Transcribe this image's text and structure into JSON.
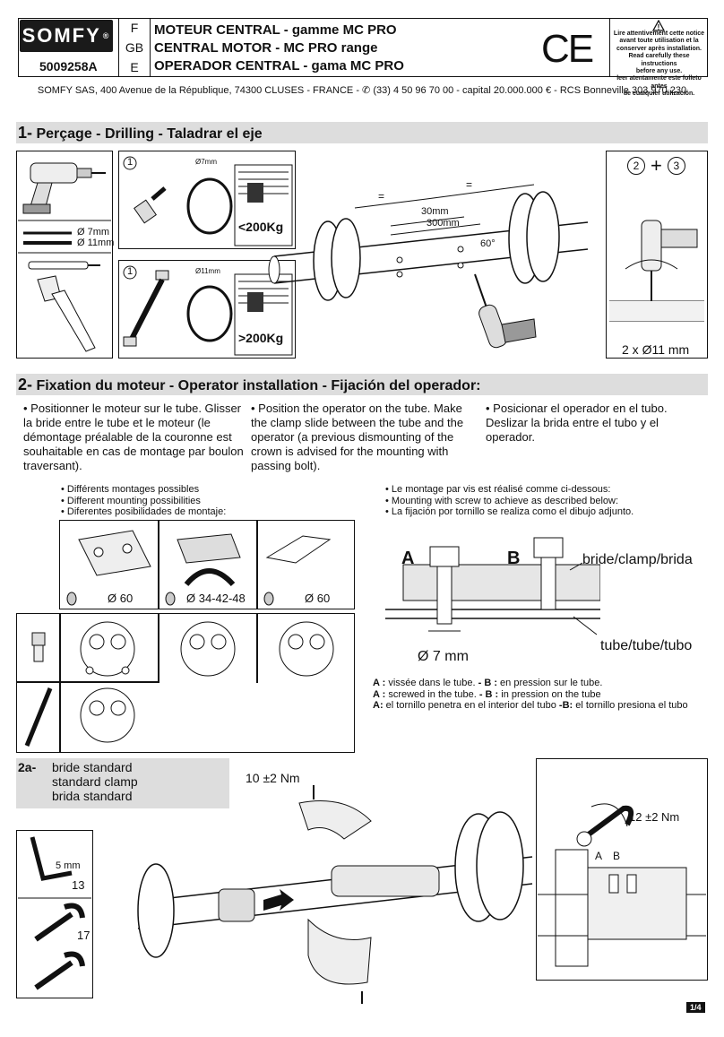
{
  "header": {
    "logo": "SOMFY",
    "logo_reg": "®",
    "code": "5009258A",
    "langs": [
      "F",
      "GB",
      "E"
    ],
    "titles": [
      "MOTEUR CENTRAL - gamme MC PRO",
      "CENTRAL MOTOR - MC PRO range",
      "OPERADOR CENTRAL - gama MC PRO"
    ],
    "ce": "CE",
    "notice": [
      "Lire attentivement cette notice",
      "avant toute utilisation et la",
      "conserver après installation.",
      "Read carefully these instructions",
      "before any use.",
      "leer atentamente este folleto antes",
      "de cualquier utilización."
    ]
  },
  "address": "SOMFY SAS, 400 Avenue de la République, 74300 CLUSES - FRANCE - ✆ (33) 4 50 96 70 00 - capital 20.000.000 € - RCS Bonneville 303.970.230",
  "section1": {
    "num": "1-",
    "title": " Perçage - Drilling - Taladrar el eje",
    "drill_7": "Ø 7mm",
    "drill_11": "Ø 11mm",
    "step1": "1",
    "small_d7": "Ø7mm",
    "small_d11": "Ø11mm",
    "load_lt": "<200Kg",
    "load_gt": ">200Kg",
    "dim_30": "30mm",
    "dim_300": "300mm",
    "angle": "60°",
    "eq": "=",
    "steps23": [
      "2",
      "+",
      "3"
    ],
    "holes": "2 x Ø11 mm"
  },
  "section2": {
    "num": "2-",
    "title": " Fixation du moteur - Operator installation - Fijación del operador:",
    "col1": "Positionner le moteur sur le tube. Glisser la bride entre le tube et le moteur (le démontage préalable de la couronne est souhaitable en cas de montage par boulon traversant).",
    "col2": "Position the operator on the tube. Make the clamp slide between the tube and the operator (a previous dismounting of the crown is advised for the mounting with passing bolt).",
    "col3": "Posicionar el operador en el tubo. Deslizar la brida entre el tubo y el operador.",
    "mount_list": [
      "Différents montages possibles",
      "Different mounting possibilities",
      "Diferentes posibilidades de montaje:"
    ],
    "mount_diams": [
      "Ø 60",
      "Ø 34-42-48",
      "Ø 60"
    ],
    "screw_list": [
      "Le montage par vis est réalisé comme ci-dessous:",
      "Mounting with screw to achieve as described below:",
      "La fijación por tornillo se realiza como el dibujo adjunto."
    ],
    "label_a": "A",
    "label_b": "B",
    "clamp": "bride/clamp/brida",
    "tube": "tube/tube/tubo",
    "d7": "Ø 7 mm",
    "notes": [
      {
        "a": "A :",
        "a_txt": " vissée dans le tube. ",
        "b": "- B :",
        "b_txt": " en pression sur le tube."
      },
      {
        "a": "A :",
        "a_txt": " screwed in the tube. ",
        "b": "- B :",
        "b_txt": " in pression on the tube"
      },
      {
        "a": "A:",
        "a_txt": " el tornillo penetra en el interior del tubo ",
        "b": "-B:",
        "b_txt": " el tornillo presiona el tubo"
      }
    ]
  },
  "section2a": {
    "num": "2a-",
    "lines": [
      "bride standard",
      "standard clamp",
      "brida standard"
    ],
    "hex": "5 mm",
    "w13": "13",
    "w17": "17",
    "torque1": "10 ±2 Nm",
    "torque2": "12 ±2 Nm",
    "label_a": "A",
    "label_b": "B"
  },
  "page": "1/4"
}
